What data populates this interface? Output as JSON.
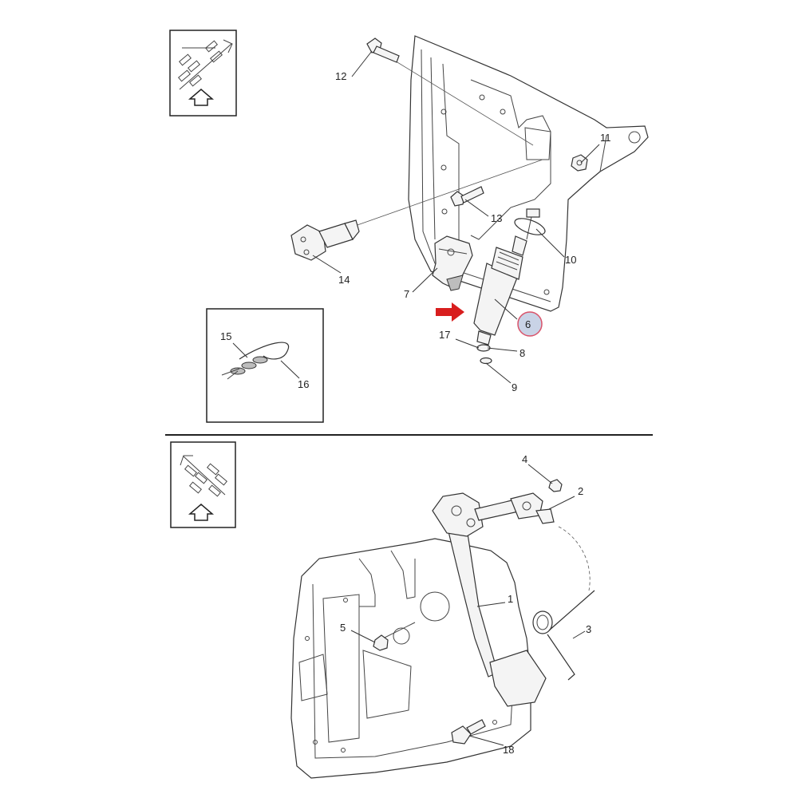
{
  "callouts": {
    "c1": "1",
    "c2": "2",
    "c3": "3",
    "c4": "4",
    "c5": "5",
    "c6": "6",
    "c7": "7",
    "c8": "8",
    "c9": "9",
    "c10": "10",
    "c11": "11",
    "c12": "12",
    "c13": "13",
    "c14": "14",
    "c15": "15",
    "c16": "16",
    "c17": "17",
    "c18": "18"
  },
  "colors": {
    "arrow": "#d81e1e",
    "highlight_fill": "#c9d3e6",
    "highlight_ring": "#d9536a",
    "line": "#333333"
  },
  "icons": [
    "left-hand-drive-icon",
    "up-arrow-icon",
    "red-pointer-arrow-icon"
  ]
}
